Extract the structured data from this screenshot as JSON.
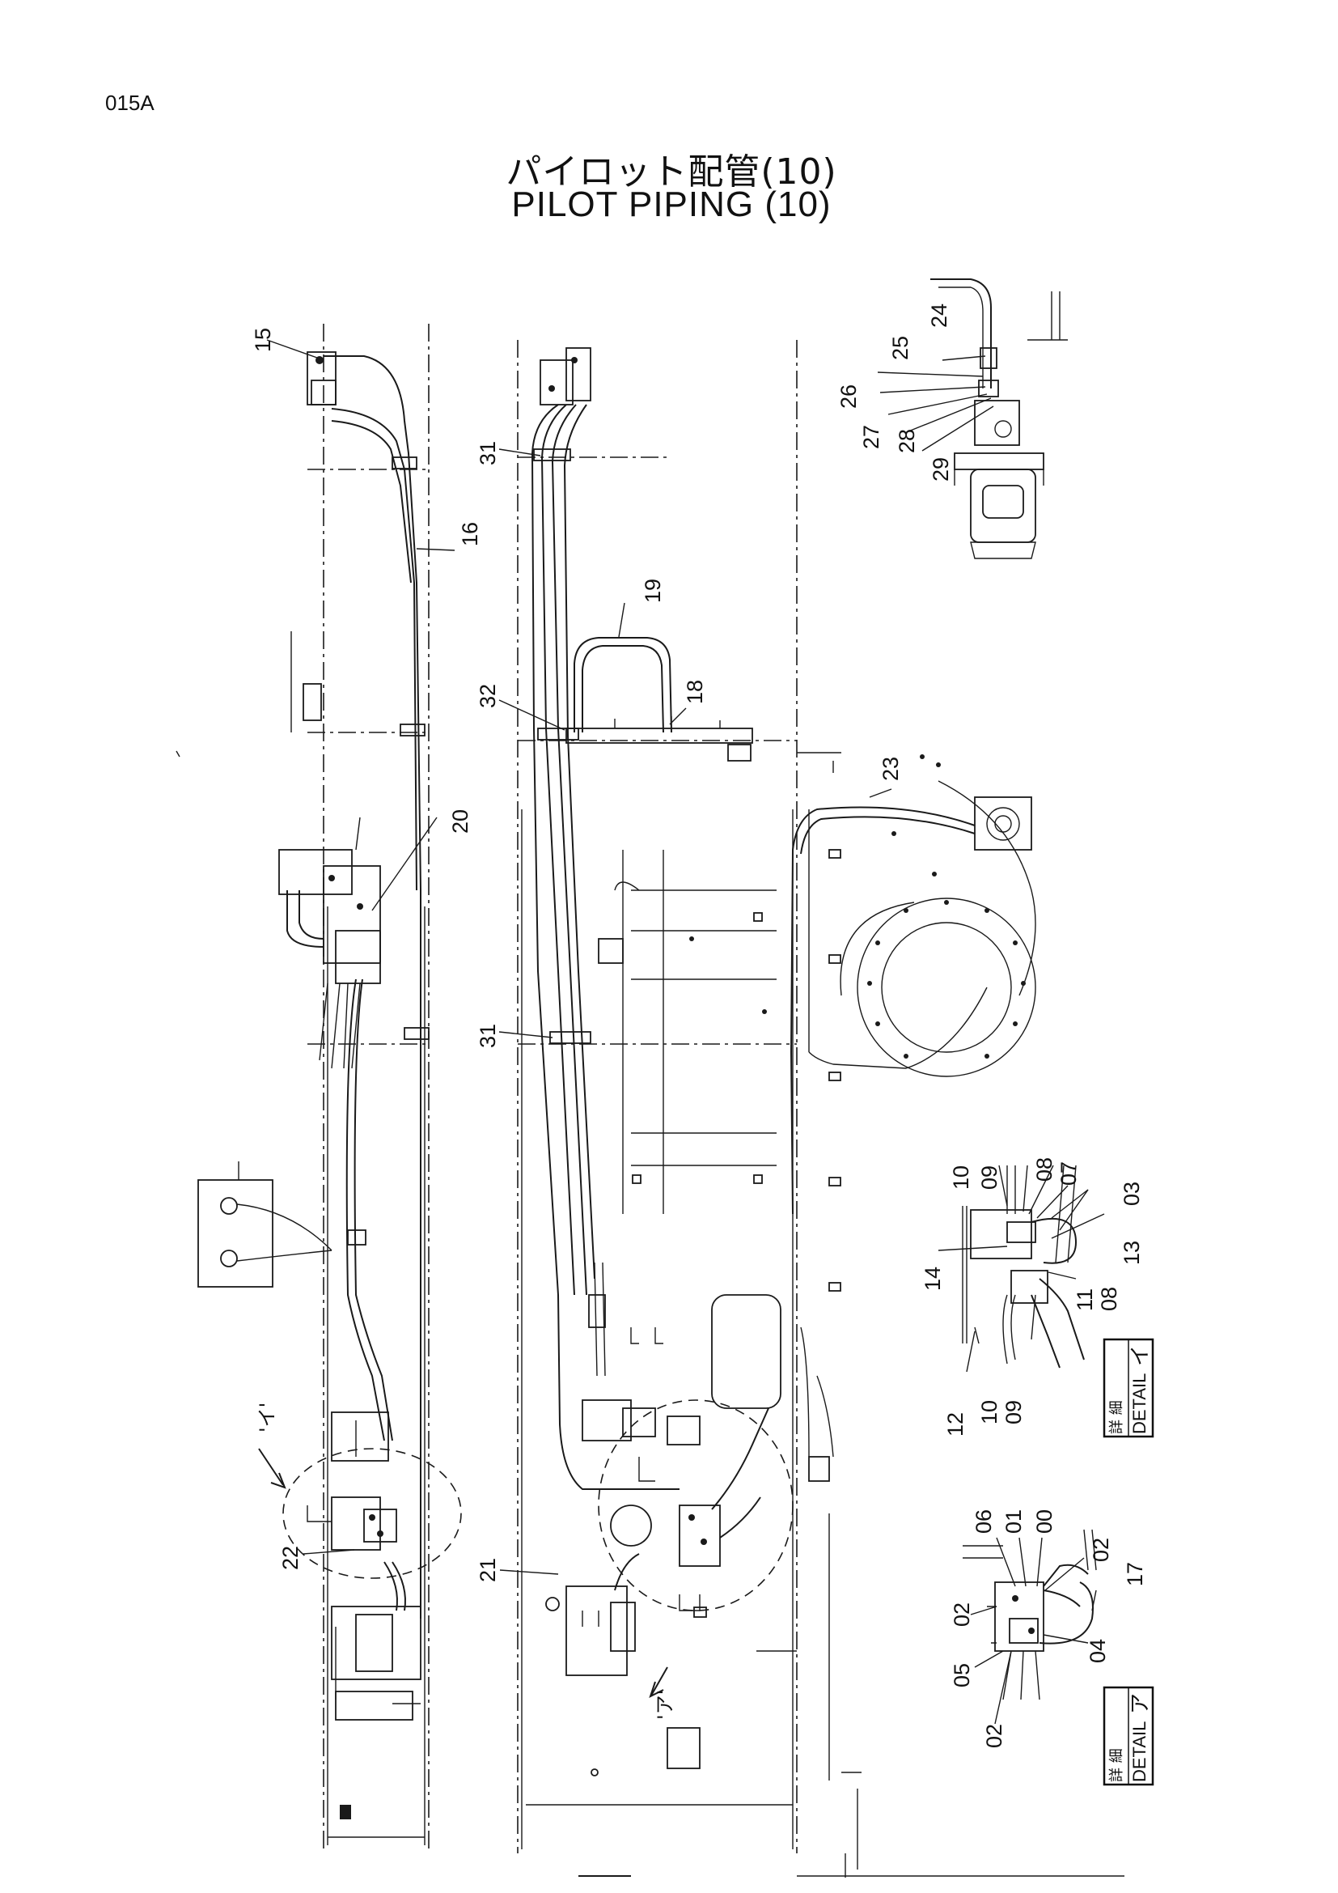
{
  "page_code": "015A",
  "title_jp": "パイロット配管(10)",
  "title_en": "PILOT    PIPING (10)",
  "callouts": {
    "c15": "15",
    "c16": "16",
    "c20": "20",
    "c22": "22",
    "c21": "21",
    "c31a": "31",
    "c31b": "31",
    "c32": "32",
    "c19": "19",
    "c18": "18",
    "c23": "23",
    "c24": "24",
    "c25": "25",
    "c26": "26",
    "c27": "27",
    "c28": "28",
    "c29": "29",
    "d1_10a": "10",
    "d1_09a": "09",
    "d1_08a": "08",
    "d1_07": "07",
    "d1_03": "03",
    "d1_14": "14",
    "d1_13": "13",
    "d1_11": "11",
    "d1_08b": "08",
    "d1_12": "12",
    "d1_10b": "10",
    "d1_09b": "09",
    "d2_06": "06",
    "d2_01": "01",
    "d2_00": "00",
    "d2_02a": "02",
    "d2_17": "17",
    "d2_02b": "02",
    "d2_04": "04",
    "d2_05": "05",
    "d2_02c": "02"
  },
  "view_markers": {
    "i": "'イ'",
    "a": "'ア'"
  },
  "detail_boxes": {
    "i": {
      "jp": "詳 細",
      "en": "DETAIL",
      "mark": "イ"
    },
    "a": {
      "jp": "詳 細",
      "en": "DETAIL",
      "mark": "ア"
    }
  }
}
